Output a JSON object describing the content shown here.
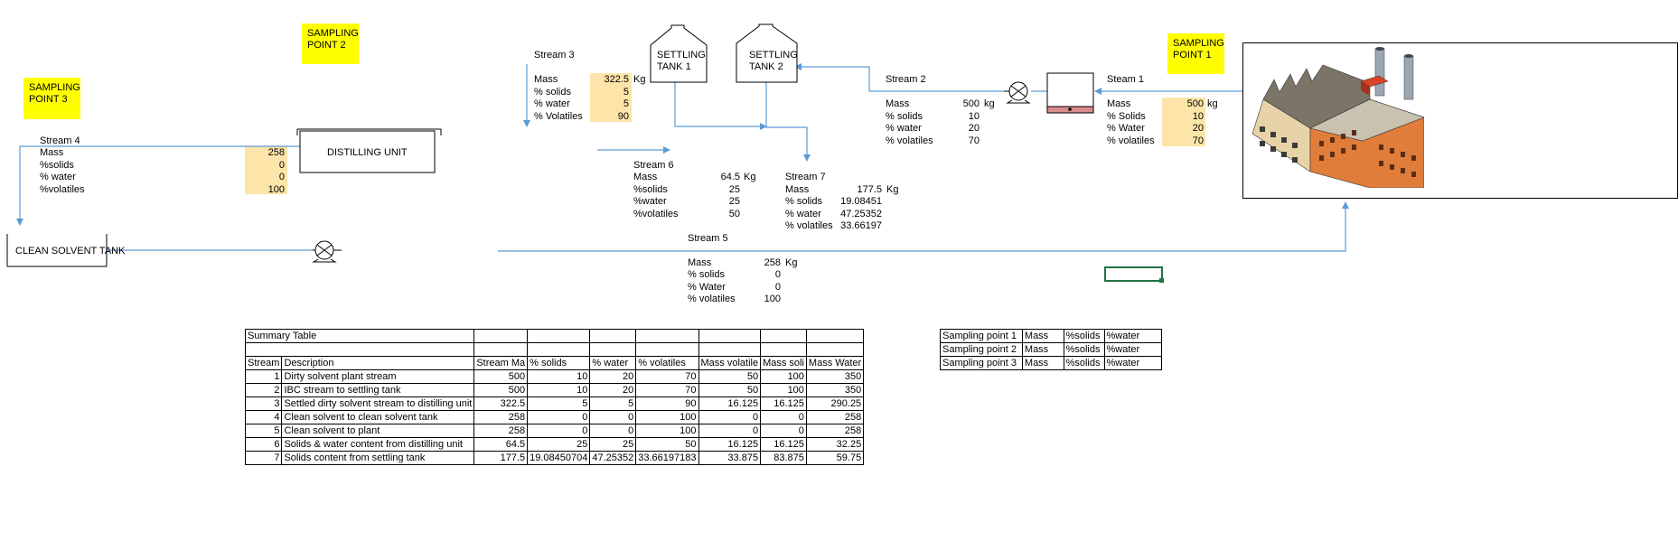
{
  "sampling_points": {
    "p3": [
      "SAMPLING",
      "POINT 3"
    ],
    "p2": [
      "SAMPLING",
      "POINT 2"
    ],
    "p1": [
      "SAMPLING",
      "POINT 1"
    ]
  },
  "units": {
    "distilling": "DISTILLING UNIT",
    "clean_tank": "CLEAN SOLVENT TANK",
    "settling1": [
      "SETTLING",
      "TANK 1"
    ],
    "settling2": [
      "SETTLING",
      "TANK  2"
    ]
  },
  "stream4": {
    "title": "Stream 4",
    "rows": [
      {
        "label": "Mass",
        "value": "258"
      },
      {
        "label": "%solids",
        "value": "0"
      },
      {
        "label": "% water",
        "value": "0"
      },
      {
        "label": "%volatiles",
        "value": "100"
      }
    ]
  },
  "stream3": {
    "title": "Stream 3",
    "rows": [
      {
        "label": "Mass",
        "value": "322.5",
        "unit": "Kg"
      },
      {
        "label": "% solids",
        "value": "5"
      },
      {
        "label": "% water",
        "value": "5"
      },
      {
        "label": "% Volatiles",
        "value": "90"
      }
    ]
  },
  "stream6": {
    "title": "Stream 6",
    "rows": [
      {
        "label": "Mass",
        "value": "64.5",
        "unit": "Kg"
      },
      {
        "label": "%solids",
        "value": "25"
      },
      {
        "label": "%water",
        "value": "25"
      },
      {
        "label": "%volatiles",
        "value": "50"
      }
    ]
  },
  "stream7": {
    "title": "Stream 7",
    "rows": [
      {
        "label": "Mass",
        "value": "177.5",
        "unit": "Kg"
      },
      {
        "label": "% solids",
        "value": "19.08451"
      },
      {
        "label": "% water",
        "value": "47.25352"
      },
      {
        "label": "% volatiles",
        "value": "33.66197"
      }
    ]
  },
  "stream5": {
    "title": "Stream 5",
    "rows": [
      {
        "label": "Mass",
        "value": "258",
        "unit": "Kg"
      },
      {
        "label": "% solids",
        "value": "0"
      },
      {
        "label": "% Water",
        "value": "0"
      },
      {
        "label": "% volatiles",
        "value": "100"
      }
    ]
  },
  "stream2": {
    "title": "Stream 2",
    "rows": [
      {
        "label": "Mass",
        "value": "500",
        "unit": "kg"
      },
      {
        "label": "% solids",
        "value": "10"
      },
      {
        "label": "% water",
        "value": "20"
      },
      {
        "label": "% volatiles",
        "value": "70"
      }
    ]
  },
  "stream1": {
    "title": "Steam 1",
    "rows": [
      {
        "label": "Mass",
        "value": "500",
        "unit": "kg"
      },
      {
        "label": "% Solids",
        "value": "10"
      },
      {
        "label": "% Water",
        "value": "20"
      },
      {
        "label": "% volatiles",
        "value": "70"
      }
    ]
  },
  "summary": {
    "title": "Summary Table",
    "headers": [
      "Stream",
      "Description",
      "Stream Ma",
      "% solids",
      "% water",
      "% volatiles",
      "Mass volatile",
      "Mass soli",
      "Mass Water"
    ],
    "rows": [
      [
        "1",
        "Dirty solvent plant stream",
        "500",
        "10",
        "20",
        "70",
        "50",
        "100",
        "350"
      ],
      [
        "2",
        "IBC stream to settling tank",
        "500",
        "10",
        "20",
        "70",
        "50",
        "100",
        "350"
      ],
      [
        "3",
        "Settled dirty solvent stream to distilling unit",
        "322.5",
        "5",
        "5",
        "90",
        "16.125",
        "16.125",
        "290.25"
      ],
      [
        "4",
        "Clean solvent to clean solvent tank",
        "258",
        "0",
        "0",
        "100",
        "0",
        "0",
        "258"
      ],
      [
        "5",
        "Clean solvent to plant",
        "258",
        "0",
        "0",
        "100",
        "0",
        "0",
        "258"
      ],
      [
        "6",
        "Solids & water content from distilling unit",
        "64.5",
        "25",
        "25",
        "50",
        "16.125",
        "16.125",
        "32.25"
      ],
      [
        "7",
        "Solids content from settling tank",
        "177.5",
        "19.08450704",
        "47.25352",
        "33.66197183",
        "33.875",
        "83.875",
        "59.75"
      ]
    ]
  },
  "sampling_table": {
    "rows": [
      [
        "Sampling point 1",
        "Mass",
        "%solids",
        "%water"
      ],
      [
        "Sampling point 2",
        "Mass",
        "%solids",
        "%water"
      ],
      [
        "Sampling point 3",
        "Mass",
        "%solids",
        "%water"
      ]
    ]
  },
  "colors": {
    "sticky": "#ffff00",
    "input_shade": "#fde5a9",
    "flow_line": "#5b9bd5",
    "selection": "#217346"
  }
}
